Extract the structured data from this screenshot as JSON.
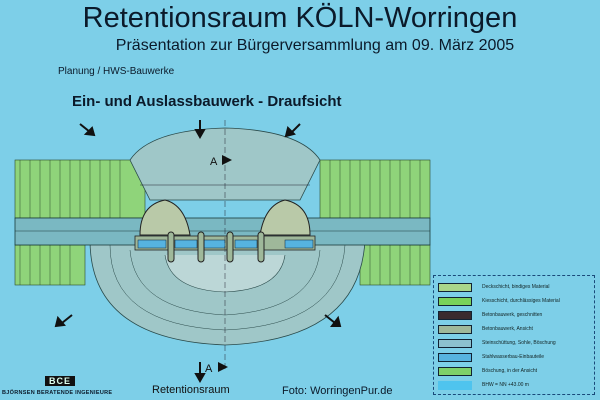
{
  "header": {
    "title": "Retentionsraum KÖLN-Worringen",
    "subtitle": "Präsentation zur Bürgerversammlung am 09. März 2005",
    "section": "Planung / HWS-Bauwerke",
    "heading": "Ein- und Auslassbauwerk - Draufsicht"
  },
  "drawing": {
    "section_mark_top": "A",
    "section_mark_bottom": "A",
    "bottom_label": "Retentionsraum"
  },
  "legend": {
    "items": [
      {
        "label": "Deckschicht, bindiges Material",
        "color": "#a9d68a"
      },
      {
        "label": "Kiesschicht, durchlässiges Material",
        "color": "#79d25a"
      },
      {
        "label": "Betonbauwerk, geschnitten",
        "color": "#3a2a2e"
      },
      {
        "label": "Betonbauwerk, Ansicht",
        "color": "#9fb89a"
      },
      {
        "label": "Steinschüttung, Sohle, Böschung",
        "color": "#8cc1cf"
      },
      {
        "label": "Stahlwasserbau-Einbauteile",
        "color": "#56b3e0"
      },
      {
        "label": "Böschung, in der Ansicht",
        "color": "#7ed06a"
      },
      {
        "label": "BHW = NN +43.00 m",
        "color": "#4fc4ee"
      }
    ]
  },
  "footer": {
    "logo": "BCE",
    "logo_sub": "BJÖRNSEN BERATENDE INGENIEURE",
    "photo_credit": "Foto: WorringenPur.de"
  }
}
